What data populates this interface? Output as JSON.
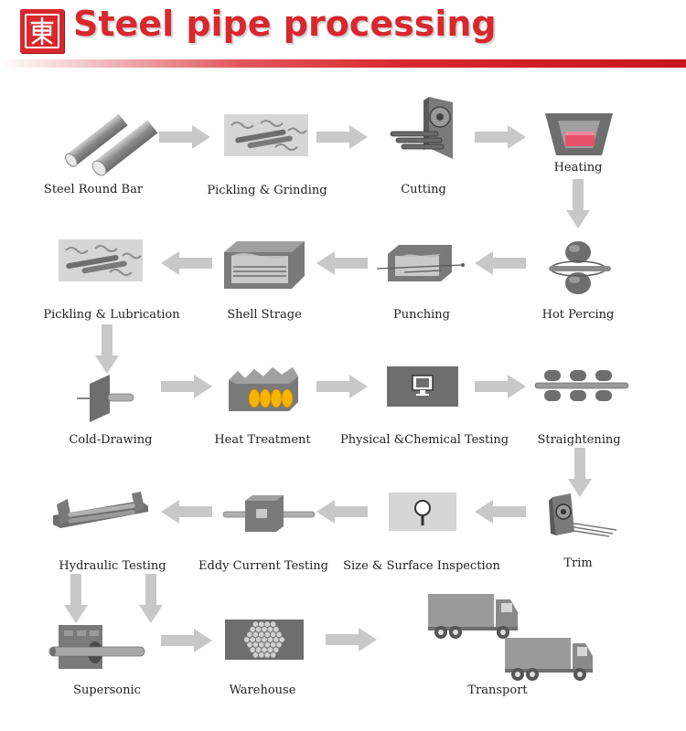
{
  "header": {
    "title": "Steel pipe processing",
    "logo_icon": "logo-seal-icon"
  },
  "colors": {
    "accent": "#d8272d",
    "icon_gray": "#8c8c8c",
    "icon_dark": "#5a5a5a",
    "arrow_gray": "#c8c8c8",
    "panel_gray": "#d6d6d6"
  },
  "steps": [
    {
      "id": "steel-round-bar",
      "label": "Steel Round Bar",
      "icon": "round-bar-icon"
    },
    {
      "id": "pickling-grinding",
      "label": "Pickling & Grinding",
      "icon": "pickling-bath-icon"
    },
    {
      "id": "cutting",
      "label": "Cutting",
      "icon": "saw-cutting-icon"
    },
    {
      "id": "heating",
      "label": "Heating",
      "icon": "furnace-icon"
    },
    {
      "id": "hot-percing",
      "label": "Hot Percing",
      "icon": "piercing-mill-icon"
    },
    {
      "id": "punching",
      "label": "Punching",
      "icon": "punching-icon"
    },
    {
      "id": "shell-strage",
      "label": "Shell Strage",
      "icon": "shell-storage-icon"
    },
    {
      "id": "pickling-lubrication",
      "label": "Pickling & Lubrication",
      "icon": "lubrication-bath-icon"
    },
    {
      "id": "cold-drawing",
      "label": "Cold-Drawing",
      "icon": "cold-drawing-icon"
    },
    {
      "id": "heat-treatment",
      "label": "Heat Treatment",
      "icon": "heat-treatment-icon"
    },
    {
      "id": "physical-chemical-testing",
      "label": "Physical &Chemical Testing",
      "icon": "monitor-icon"
    },
    {
      "id": "straightening",
      "label": "Straightening",
      "icon": "straightening-rollers-icon"
    },
    {
      "id": "trim",
      "label": "Trim",
      "icon": "trim-saw-icon"
    },
    {
      "id": "size-surface-inspection",
      "label": "Size & Surface Inspection",
      "icon": "magnifier-icon"
    },
    {
      "id": "eddy-current-testing",
      "label": "Eddy Current Testing",
      "icon": "eddy-current-icon"
    },
    {
      "id": "hydraulic-testing",
      "label": "Hydraulic Testing",
      "icon": "hydraulic-tester-icon"
    },
    {
      "id": "supersonic",
      "label": "Supersonic",
      "icon": "ultrasonic-tester-icon"
    },
    {
      "id": "warehouse",
      "label": "Warehouse",
      "icon": "pipe-bundle-icon"
    },
    {
      "id": "transport",
      "label": "Transport",
      "icon": "truck-icon"
    }
  ]
}
